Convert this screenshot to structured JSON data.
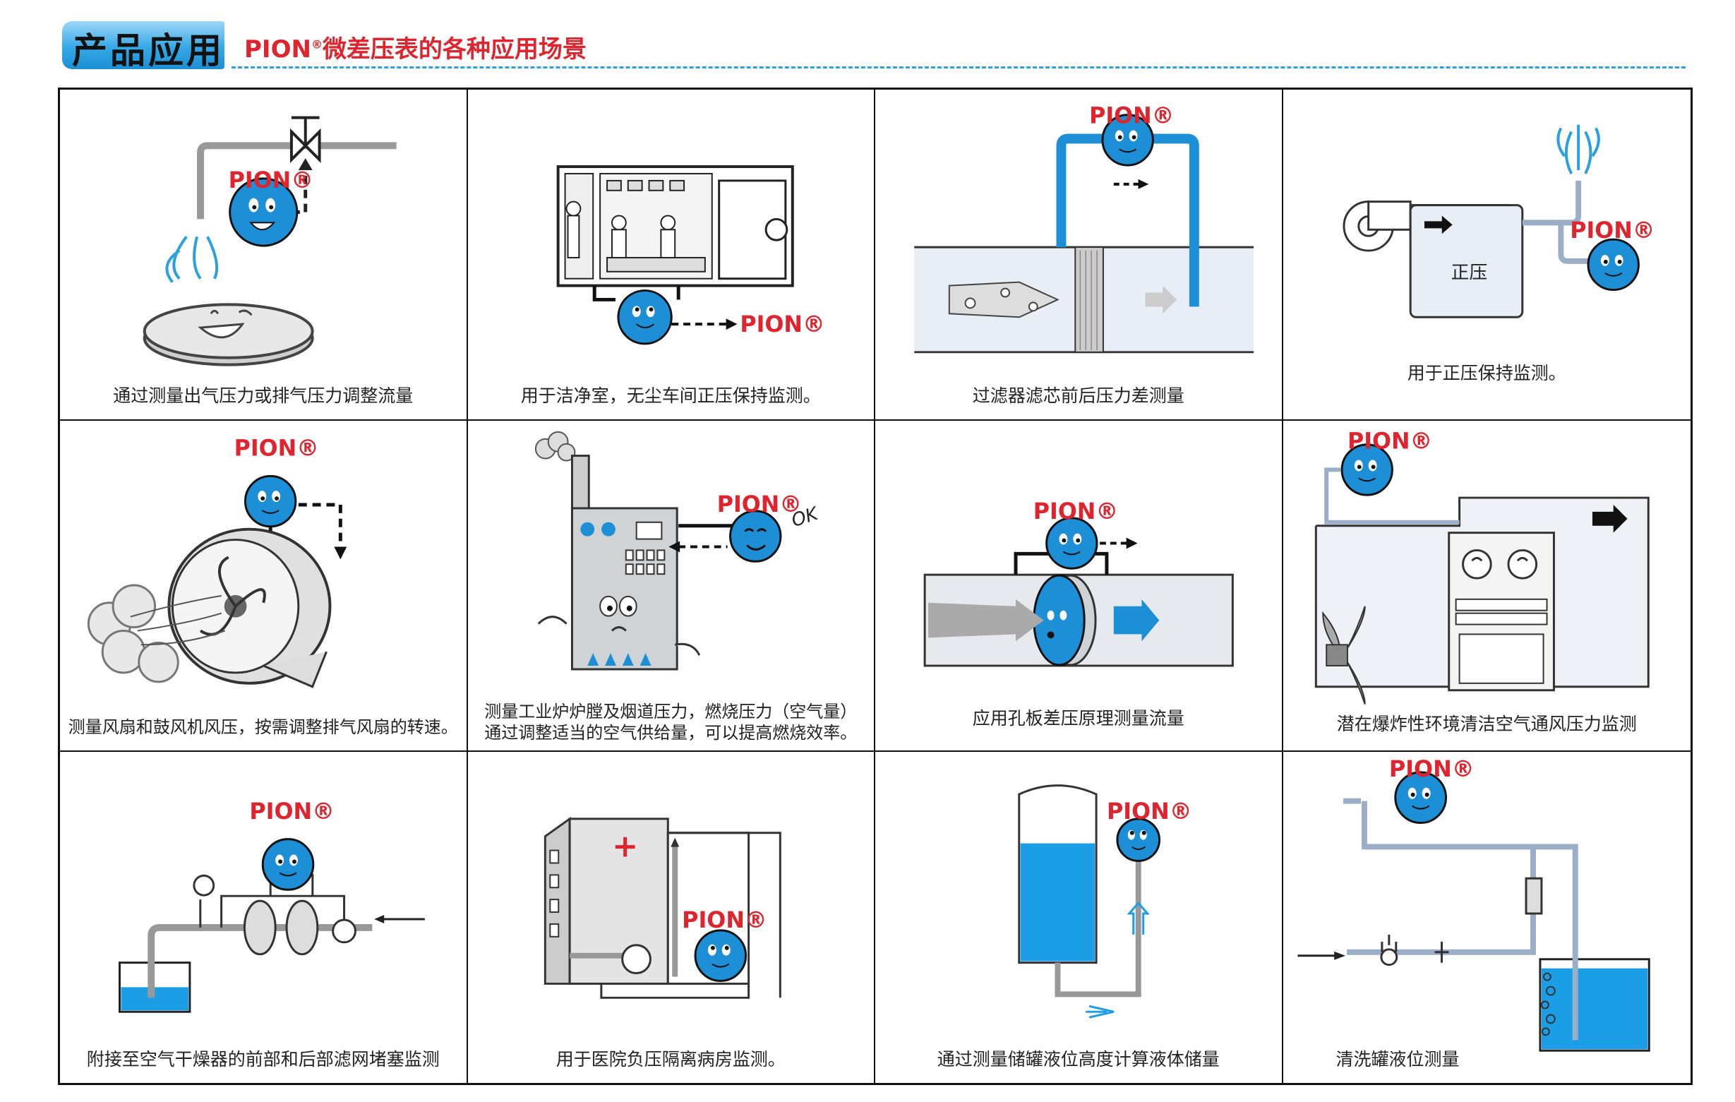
{
  "header": {
    "title": "产品应用",
    "subtitle_brand": "PION",
    "subtitle_reg": "®",
    "subtitle_rest": "微差压表的各种应用场景"
  },
  "brand_label": "PION®",
  "colors": {
    "accent": "#1c8fd6",
    "brand_red": "#e0242e",
    "water": "#1b9ee6"
  },
  "cells": [
    {
      "caption": "通过测量出气压力或排气压力调整流量"
    },
    {
      "caption": "用于洁净室，无尘车间正压保持监测。"
    },
    {
      "caption": "过滤器滤芯前后压力差测量"
    },
    {
      "caption": "用于正压保持监测。",
      "inner_label": "正压"
    },
    {
      "caption": "测量风扇和鼓风机风压，按需调整排气风扇的转速。"
    },
    {
      "caption": "测量工业炉炉膛及烟道压力，燃烧压力（空气量）",
      "caption2": "通过调整适当的空气供给量，可以提高燃烧效率。",
      "ok_text": "OK"
    },
    {
      "caption": "应用孔板差压原理测量流量"
    },
    {
      "caption": "潜在爆炸性环境清洁空气通风压力监测"
    },
    {
      "caption": "附接至空气干燥器的前部和后部滤网堵塞监测"
    },
    {
      "caption": "用于医院负压隔离病房监测。"
    },
    {
      "caption": "通过测量储罐液位高度计算液体储量"
    },
    {
      "caption": "清洗罐液位测量"
    }
  ]
}
